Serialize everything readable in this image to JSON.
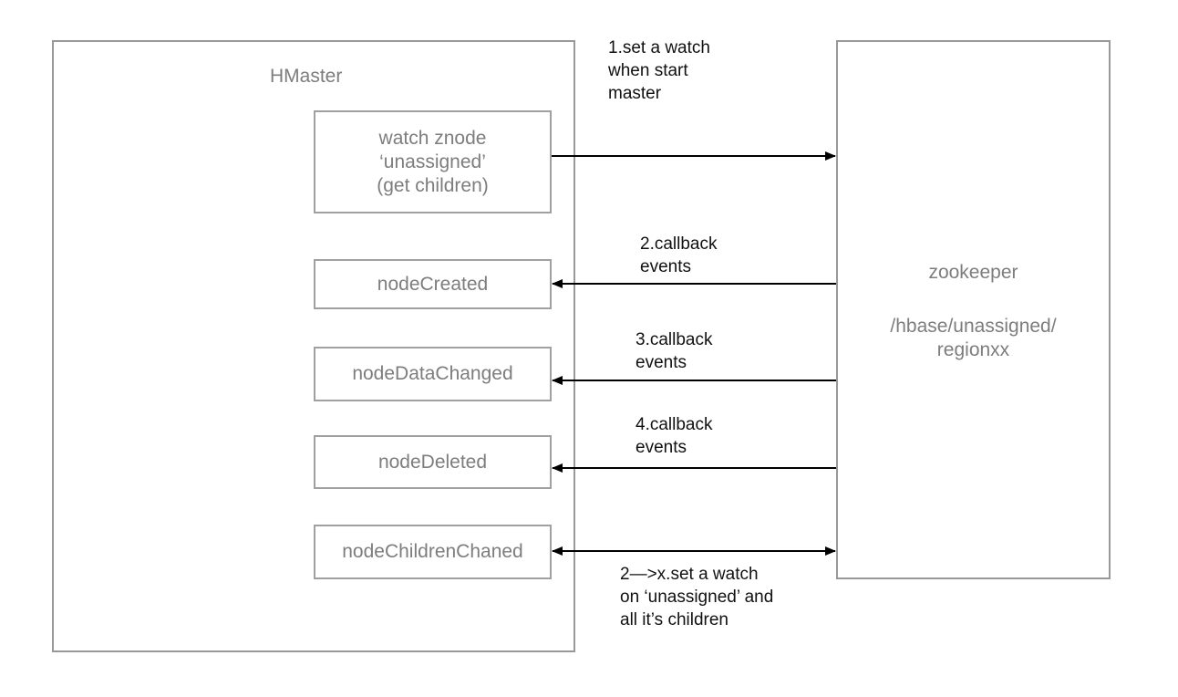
{
  "hmaster": {
    "title": "HMaster",
    "watch_box": [
      "watch znode",
      "‘unassigned’",
      "(get children)"
    ],
    "node_created": "nodeCreated",
    "node_data_changed": "nodeDataChanged",
    "node_deleted": "nodeDeleted",
    "node_children_changed": "nodeChildrenChaned"
  },
  "zookeeper": {
    "title": "zookeeper",
    "path_line1": "/hbase/unassigned/",
    "path_line2": "regionxx"
  },
  "labels": {
    "step1": [
      "1.set a watch",
      "when start",
      "master"
    ],
    "step2": [
      "2.callback",
      "events"
    ],
    "step3": [
      "3.callback",
      "events"
    ],
    "step4": [
      "4.callback",
      "events"
    ],
    "step_x": [
      "2—>x.set a watch",
      "on ‘unassigned’ and",
      "all it’s children"
    ]
  }
}
